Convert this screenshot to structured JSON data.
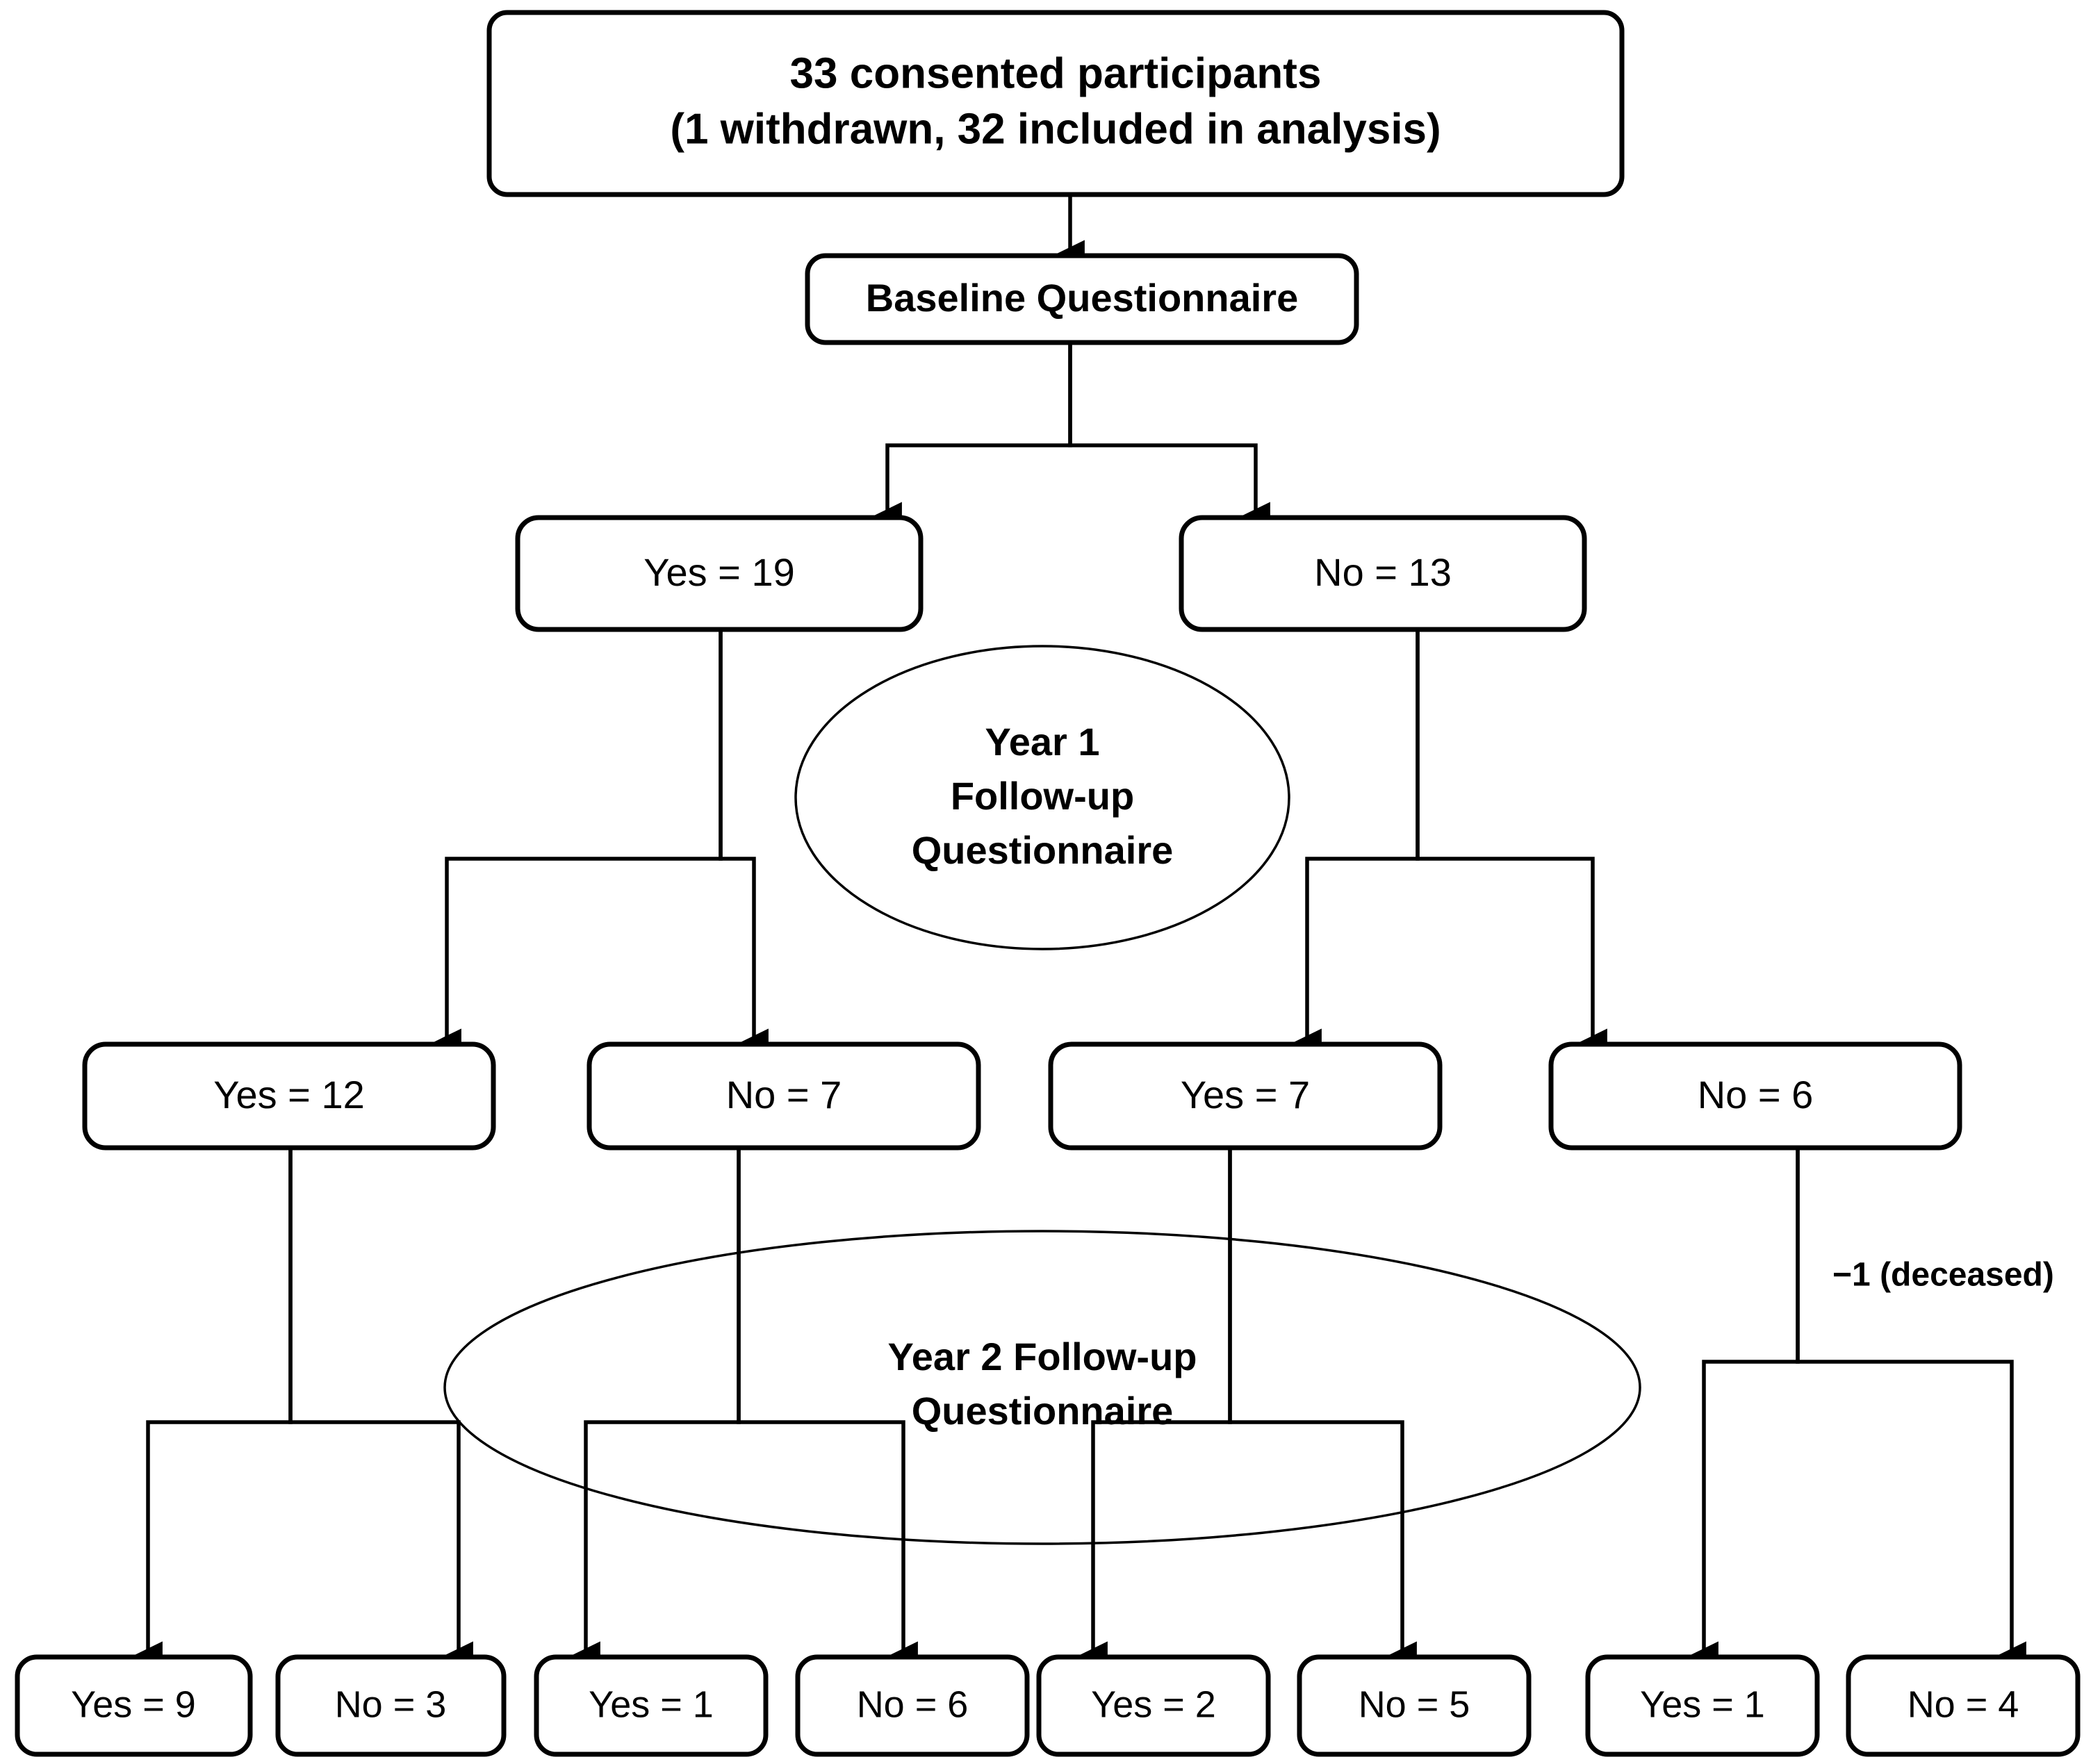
{
  "diagram": {
    "title_node": {
      "line1": "33 consented participants",
      "line2": "(1 withdrawn, 32 included in analysis)"
    },
    "baseline": {
      "label": "Baseline Questionnaire"
    },
    "stage_ellipses": {
      "year1": {
        "line1": "Year 1",
        "line2": "Follow-up",
        "line3": "Questionnaire"
      },
      "year2": {
        "line1": "Year 2 Follow-up",
        "line2": "Questionnaire"
      }
    },
    "level2": [
      {
        "label": "Yes = 19",
        "answer": "Yes",
        "count": 19
      },
      {
        "label": "No = 13",
        "answer": "No",
        "count": 13
      }
    ],
    "level3": [
      {
        "label": "Yes = 12",
        "answer": "Yes",
        "count": 12
      },
      {
        "label": "No = 7",
        "answer": "No",
        "count": 7
      },
      {
        "label": "Yes = 7",
        "answer": "Yes",
        "count": 7
      },
      {
        "label": "No = 6",
        "answer": "No",
        "count": 6
      }
    ],
    "level4": [
      {
        "label": "Yes = 9",
        "answer": "Yes",
        "count": 9
      },
      {
        "label": "No = 3",
        "answer": "No",
        "count": 3
      },
      {
        "label": "Yes = 1",
        "answer": "Yes",
        "count": 1
      },
      {
        "label": "No = 6",
        "answer": "No",
        "count": 6
      },
      {
        "label": "Yes = 2",
        "answer": "Yes",
        "count": 2
      },
      {
        "label": "No = 5",
        "answer": "No",
        "count": 5
      },
      {
        "label": "Yes = 1",
        "answer": "Yes",
        "count": 1
      },
      {
        "label": "No = 4",
        "answer": "No",
        "count": 4
      }
    ],
    "annotations": [
      {
        "label": "−1 (deceased)",
        "attached_to": "No = 6"
      }
    ],
    "colors": {
      "stroke": "#000000",
      "fill": "#ffffff",
      "background": "#ffffff"
    }
  },
  "chart_data": {
    "type": "diagram",
    "title": "Participant flow through baseline and follow-up questionnaires",
    "root": {
      "consented": 33,
      "withdrawn": 1,
      "analysed": 32
    },
    "stages": [
      "Baseline Questionnaire",
      "Year 1 Follow-up Questionnaire",
      "Year 2 Follow-up Questionnaire"
    ],
    "nodes": [
      {
        "stage": "Baseline Questionnaire",
        "answer": "Yes",
        "n": 19
      },
      {
        "stage": "Baseline Questionnaire",
        "answer": "No",
        "n": 13
      },
      {
        "stage": "Year 1 Follow-up Questionnaire",
        "parent": "Yes = 19",
        "answer": "Yes",
        "n": 12
      },
      {
        "stage": "Year 1 Follow-up Questionnaire",
        "parent": "Yes = 19",
        "answer": "No",
        "n": 7
      },
      {
        "stage": "Year 1 Follow-up Questionnaire",
        "parent": "No = 13",
        "answer": "Yes",
        "n": 7
      },
      {
        "stage": "Year 1 Follow-up Questionnaire",
        "parent": "No = 13",
        "answer": "No",
        "n": 6
      },
      {
        "stage": "Year 2 Follow-up Questionnaire",
        "parent": "Yes = 12",
        "answer": "Yes",
        "n": 9
      },
      {
        "stage": "Year 2 Follow-up Questionnaire",
        "parent": "Yes = 12",
        "answer": "No",
        "n": 3
      },
      {
        "stage": "Year 2 Follow-up Questionnaire",
        "parent": "No = 7",
        "answer": "Yes",
        "n": 1
      },
      {
        "stage": "Year 2 Follow-up Questionnaire",
        "parent": "No = 7",
        "answer": "No",
        "n": 6
      },
      {
        "stage": "Year 2 Follow-up Questionnaire",
        "parent": "Yes = 7",
        "answer": "Yes",
        "n": 2
      },
      {
        "stage": "Year 2 Follow-up Questionnaire",
        "parent": "Yes = 7",
        "answer": "No",
        "n": 5
      },
      {
        "stage": "Year 2 Follow-up Questionnaire",
        "parent": "No = 6",
        "answer": "Yes",
        "n": 1
      },
      {
        "stage": "Year 2 Follow-up Questionnaire",
        "parent": "No = 6",
        "answer": "No",
        "n": 4
      }
    ],
    "notes": [
      "−1 (deceased) between Year 1 No = 6 and Year 2 outcomes"
    ]
  }
}
